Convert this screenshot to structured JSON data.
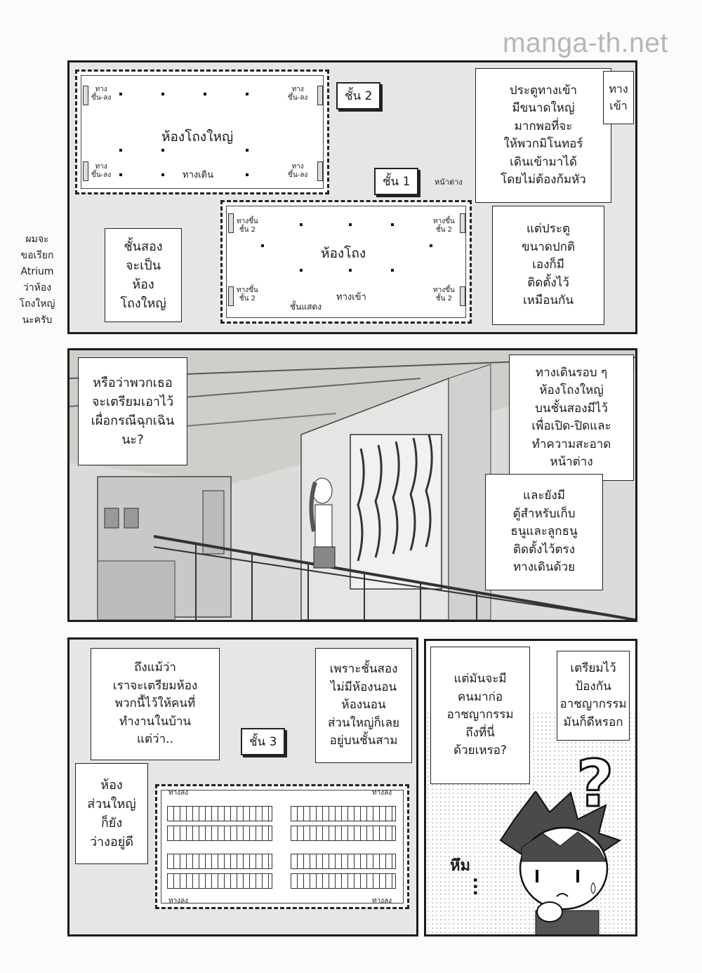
{
  "watermark": "manga-th.net",
  "margin_note": "ผมจะ\nขอเรียก\nAtrium\nว่าห้อง\nโถงใหญ่\nนะครับ",
  "panel1": {
    "floor2": {
      "tag": "ชั้น 2",
      "hall_label": "ห้องโถงใหญ่",
      "walkway_label": "ทางเดิน",
      "stairs_tl": "ทาง\nขึ้น-ลง",
      "stairs_tr": "ทาง\nขึ้น-ลง",
      "stairs_bl": "ทาง\nขึ้น-ลง",
      "stairs_br": "ทาง\nขึ้น-ลง"
    },
    "floor1": {
      "tag": "ชั้น 1",
      "hall_label": "ห้องโถง",
      "window_label": "หน้าต่าง",
      "entrance_label": "ทางเข้า",
      "stage_label": "ชั้นแสดง",
      "up_tl": "ทางขึ้น\nชั้น 2",
      "up_tr": "ทางขึ้น\nชั้น 2",
      "up_bl": "ทางขึ้น\nชั้น 2",
      "up_br": "ทางขึ้น\nชั้น 2"
    },
    "bubble_second_floor": "ชั้นสอง\nจะเป็น\nห้อง\nโถงใหญ่",
    "bubble_entrance_size": "ประตูทางเข้า\nมีขนาดใหญ่\nมากพอที่จะ\nให้พวกมิโนทอร์\nเดินเข้ามาได้\nโดยไม่ต้องก้มหัว",
    "bubble_normal_door": "แต่ประตู\nขนาดปกติ\nเองก็มี\nติดตั้งไว้\nเหมือนกัน",
    "sign_entrance": "ทาง\nเข้า"
  },
  "panel2": {
    "bubble_emergency": "หรือว่าพวกเธอ\nจะเตรียมเอาไว้\nเผื่อกรณีฉุกเฉิน\nนะ?",
    "bubble_walkway": "ทางเดินรอบ ๆ\nห้องโถงใหญ่\nบนชั้นสองมีไว้\nเพื่อเปิด-ปิดและ\nทำความสะอาด\nหน้าต่าง",
    "bubble_cabinet": "และยังมี\nตู้สำหรับเก็บ\nธนูและลูกธนู\nติดตั้งไว้ตรง\nทางเดินด้วย"
  },
  "panel3": {
    "bubble_prepared": "ถึงแม้ว่า\nเราจะเตรียมห้อง\nพวกนี้ไว้ให้คนที่\nทำงานในบ้าน\nแต่ว่า..",
    "bubble_empty": "ห้อง\nส่วนใหญ่\nก็ยัง\nว่างอยู่ดี",
    "bubble_bedrooms": "เพราะชั้นสอง\nไม่มีห้องนอน\nห้องนอน\nส่วนใหญ่ก็เลย\nอยู่บนชั้นสาม",
    "floor3_tag": "ชั้น 3",
    "stairs_down_tl": "ทางลง",
    "stairs_down_tr": "ทางลง",
    "stairs_down_bl": "ทางลง",
    "stairs_down_br": "ทางลง"
  },
  "panel4": {
    "bubble_crime": "แต่มันจะมี\nคนมาก่อ\nอาชญากรรม\nถึงที่นี่\nด้วยเหรอ?",
    "bubble_prevent": "เตรียมไว้\nป้องกัน\nอาชญากรรม\nมันก็ดีหรอก",
    "question_mark": "?",
    "sfx_hmm": "หึม",
    "sfx_dots": "..."
  }
}
